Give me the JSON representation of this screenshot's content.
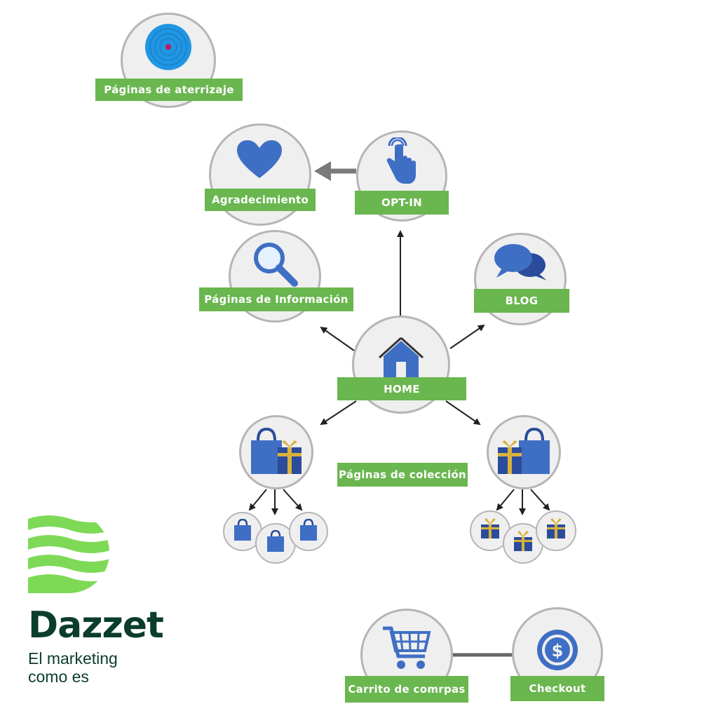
{
  "nodes": {
    "landing": "Páginas de aterrizaje",
    "thanks": "Agradecimiento",
    "optin": "OPT-IN",
    "info": "Páginas de Información",
    "blog": "BLOG",
    "home": "HOME",
    "collection": "Páginas de colección",
    "cart": "Carrito de comrpas",
    "checkout": "Checkout"
  },
  "brand": {
    "name": "Dazzet",
    "tagline_line1": "El marketing",
    "tagline_line2": "como es"
  },
  "icons": {
    "landing": "target-icon",
    "thanks": "heart-icon",
    "optin": "tap-hand-icon",
    "info": "magnifier-icon",
    "blog": "chat-bubbles-icon",
    "home": "house-icon",
    "collection_left": "shopping-bag-gift-icon",
    "collection_right": "gift-shopping-bag-icon",
    "cart": "shopping-cart-icon",
    "checkout": "dollar-coin-icon"
  },
  "colors": {
    "accent_green": "#6ab64f",
    "icon_blue": "#3f6fc4",
    "brand_dark": "#0b3d2c",
    "brand_light_green": "#7ed957"
  }
}
